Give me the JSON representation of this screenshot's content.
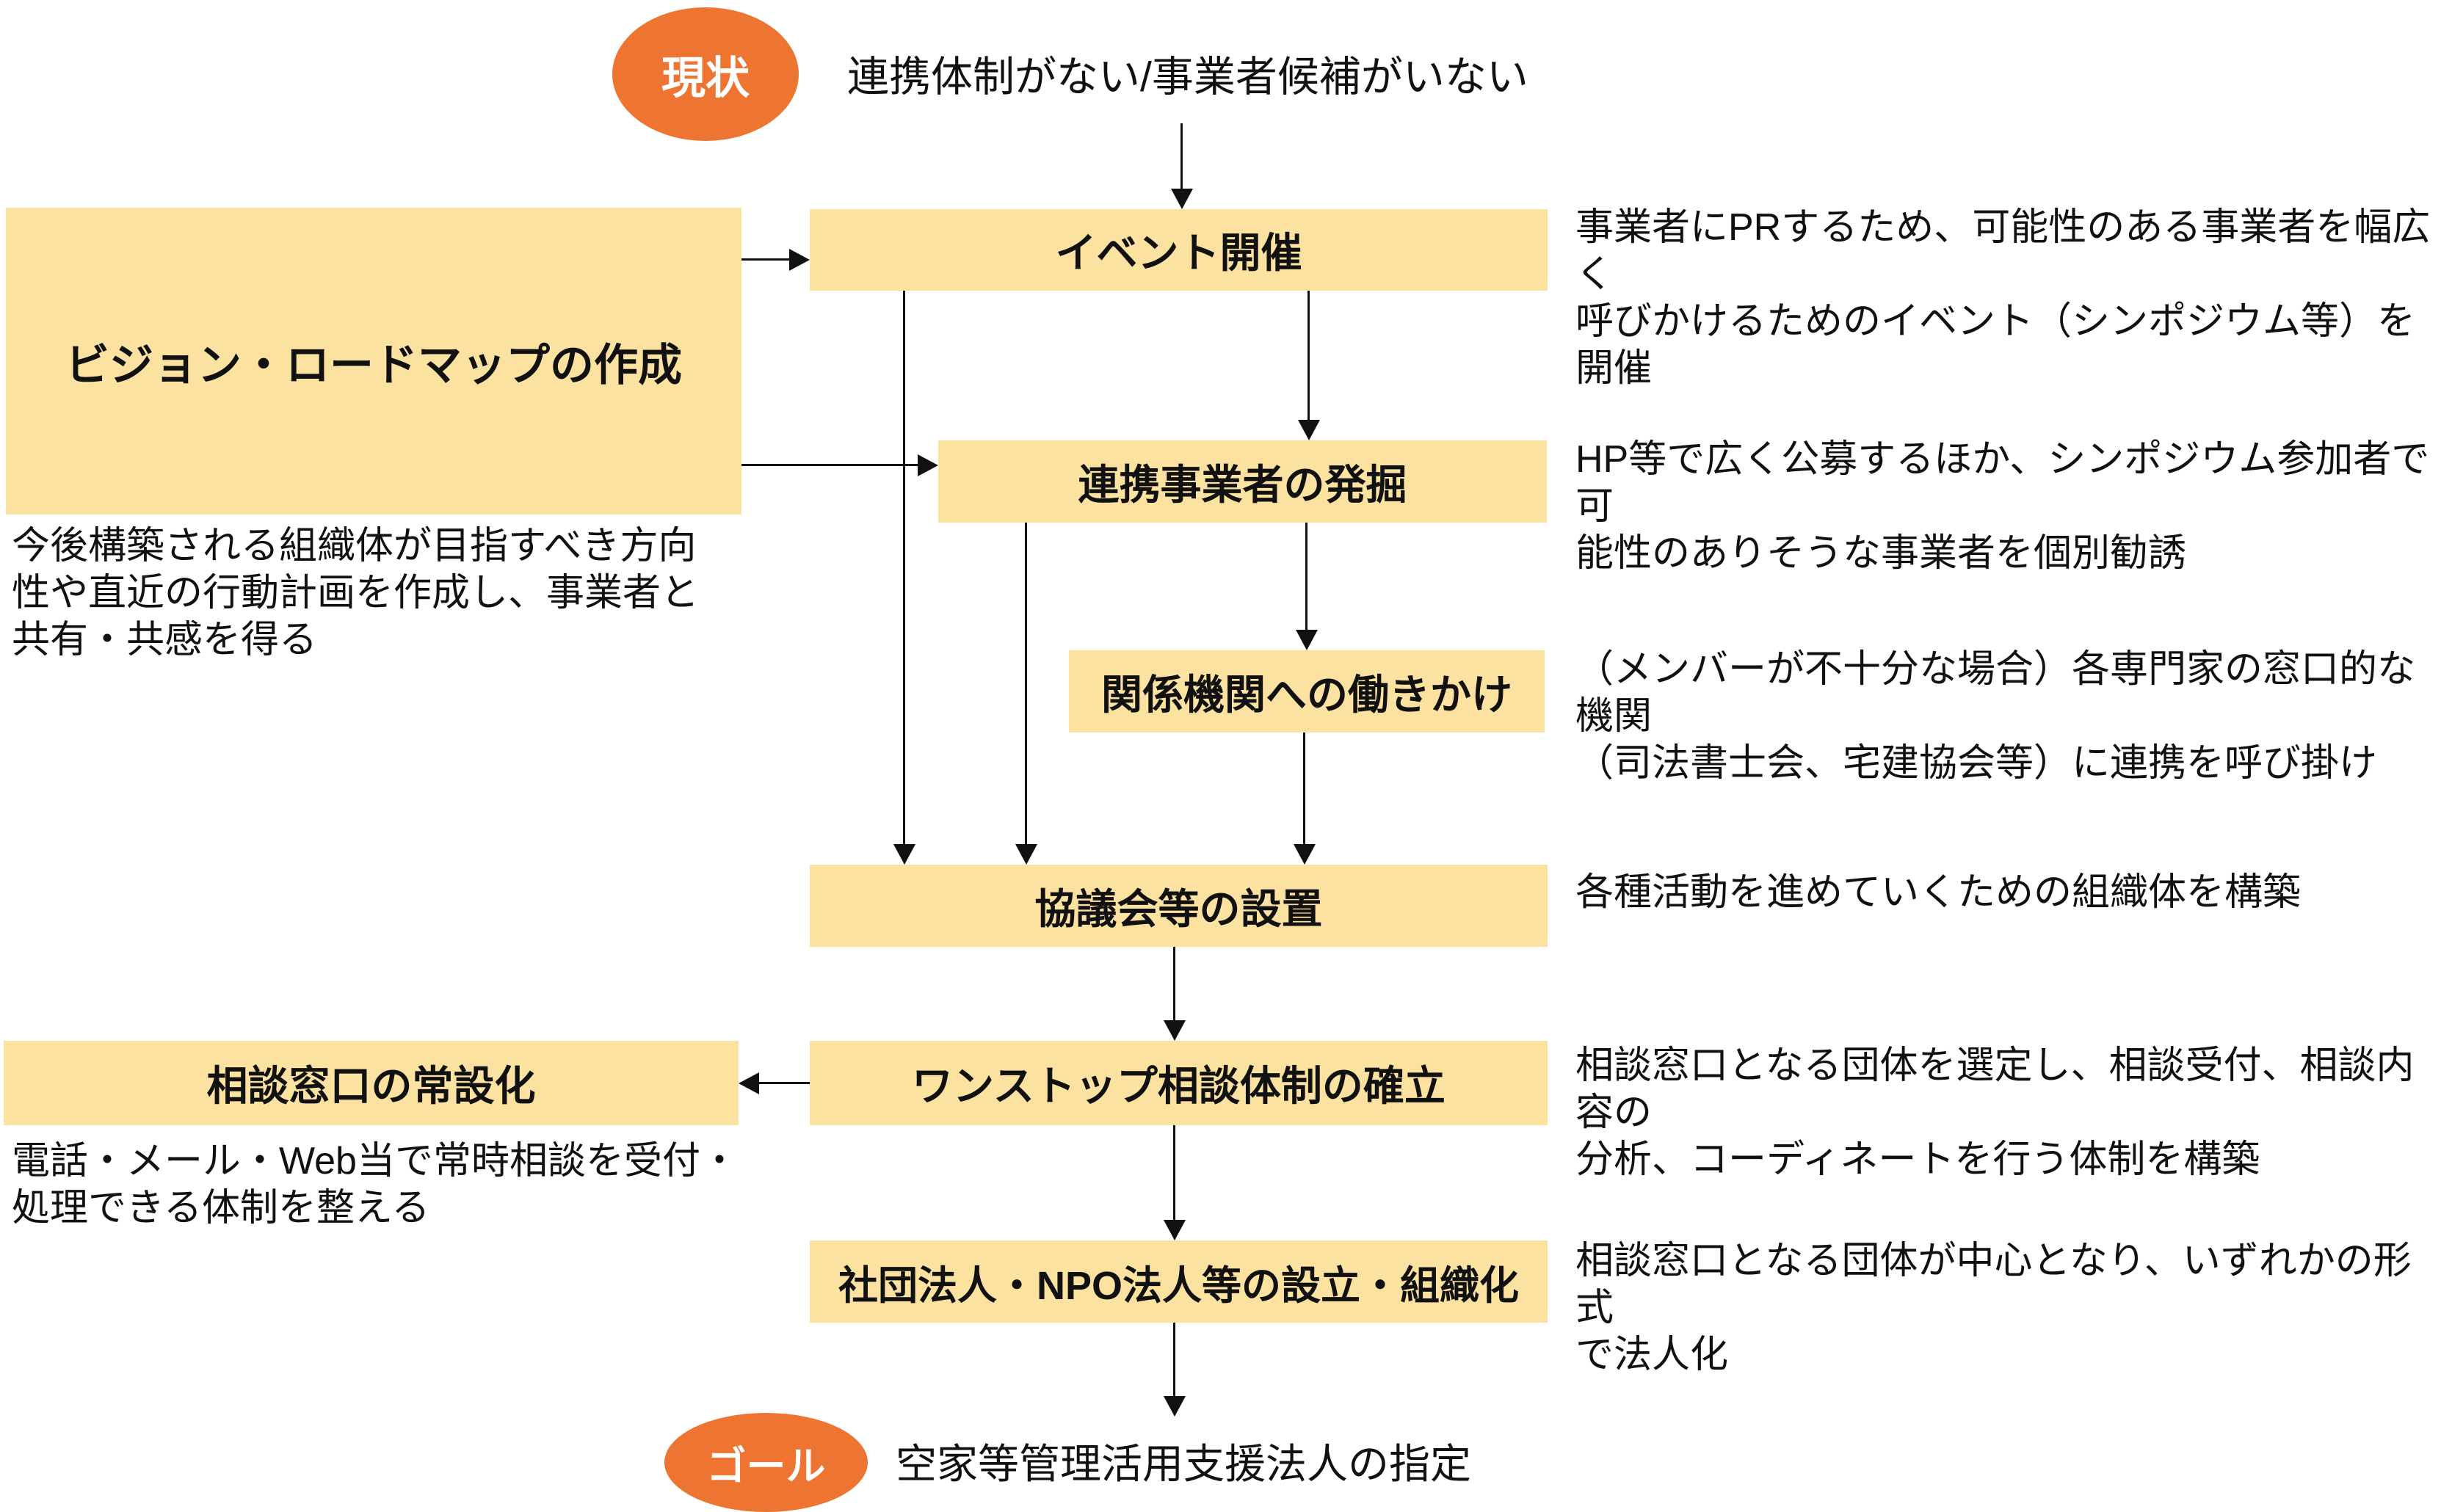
{
  "colors": {
    "box_fill": "#FCE2A0",
    "ellipse_fill": "#ED7431",
    "line": "#111111",
    "background": "#FFFFFF",
    "ellipse_text": "#FFFFFF"
  },
  "start": {
    "label": "現状",
    "status_text": "連携体制がない/事業者候補がいない"
  },
  "vision": {
    "label": "ビジョン・ロードマップの作成",
    "caption": "今後構築される組織体が目指すべき方向\n性や直近の行動計画を作成し、事業者と\n共有・共感を得る"
  },
  "steps": {
    "event": {
      "label": "イベント開催",
      "note": "事業者にPRするため、可能性のある事業者を幅広く\n呼びかけるためのイベント（シンポジウム等）を開催"
    },
    "partner": {
      "label": "連携事業者の発掘",
      "note": "HP等で広く公募するほか、シンポジウム参加者で可\n能性のありそうな事業者を個別勧誘"
    },
    "orgs": {
      "label": "関係機関への働きかけ",
      "note": "（メンバーが不十分な場合）各専門家の窓口的な機関\n（司法書士会、宅建協会等）に連携を呼び掛け"
    },
    "council": {
      "label": "協議会等の設置",
      "note": "各種活動を進めていくための組織体を構築"
    },
    "onestop": {
      "label": "ワンストップ相談体制の確立",
      "note": "相談窓口となる団体を選定し、相談受付、相談内容の\n分析、コーディネートを行う体制を構築"
    },
    "corp": {
      "label": "社団法人・NPO法人等の設立・組織化",
      "note": "相談窓口となる団体が中心となり、いずれかの形式\nで法人化"
    }
  },
  "desk": {
    "label": "相談窓口の常設化",
    "caption": "電話・メール・Web当で常時相談を受付・\n処理できる体制を整える"
  },
  "goal": {
    "label": "ゴール",
    "result_text": "空家等管理活用支援法人の指定"
  }
}
